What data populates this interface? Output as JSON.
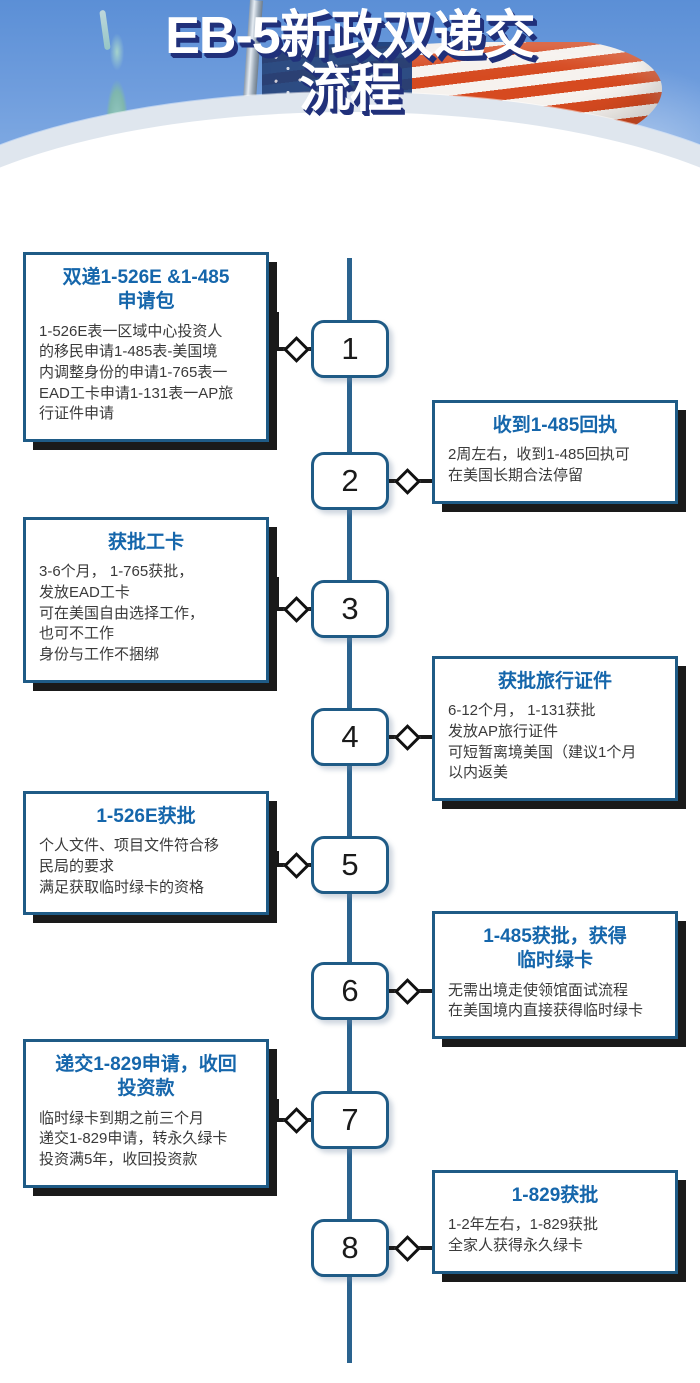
{
  "header": {
    "title_line1": "EB-5新政双递交",
    "title_line2": "流程",
    "imagery": [
      "statue-of-liberty",
      "us-flag",
      "flag-pole"
    ],
    "colors": {
      "sky": "#6f9ddd",
      "title_text": "#ffffff",
      "title_shadow": "#20307a",
      "arc": "#dfe6ee"
    }
  },
  "theme": {
    "accent_blue": "#1f5b86",
    "title_blue": "#1566ab",
    "timeline_blue": "#2a638f",
    "body_text": "#3a3a3a",
    "shadow_black": "#1a1a1a",
    "card_bg": "#ffffff"
  },
  "steps": [
    {
      "number": "1",
      "side": "left",
      "title": "双递1-526E &1-485\n申请包",
      "body": "1-526E表一区域中心投资人\n的移民申请1-485表-美国境\n内调整身份的申请1-765表一\nEAD工卡申请1-131表一AP旅\n行证件申请"
    },
    {
      "number": "2",
      "side": "right",
      "title": "收到1-485回执",
      "body": "2周左右，收到1-485回执可\n在美国长期合法停留"
    },
    {
      "number": "3",
      "side": "left",
      "title": "获批工卡",
      "body": "3-6个月， 1-765获批，\n发放EAD工卡\n可在美国自由选择工作，\n也可不工作\n身份与工作不捆绑"
    },
    {
      "number": "4",
      "side": "right",
      "title": "获批旅行证件",
      "body": "6-12个月， 1-131获批\n发放AP旅行证件\n可短暂离境美国（建议1个月\n以内返美"
    },
    {
      "number": "5",
      "side": "left",
      "title": "1-526E获批",
      "body": "个人文件、项目文件符合移\n民局的要求\n满足获取临时绿卡的资格"
    },
    {
      "number": "6",
      "side": "right",
      "title": "1-485获批，获得\n临时绿卡",
      "body": "无需出境走使领馆面试流程\n在美国境内直接获得临时绿卡"
    },
    {
      "number": "7",
      "side": "left",
      "title": "递交1-829申请，收回\n投资款",
      "body": "临时绿卡到期之前三个月\n递交1-829申请，转永久绿卡\n投资满5年，收回投资款"
    },
    {
      "number": "8",
      "side": "right",
      "title": "1-829获批",
      "body": "1-2年左右，1-829获批\n全家人获得永久绿卡"
    }
  ]
}
